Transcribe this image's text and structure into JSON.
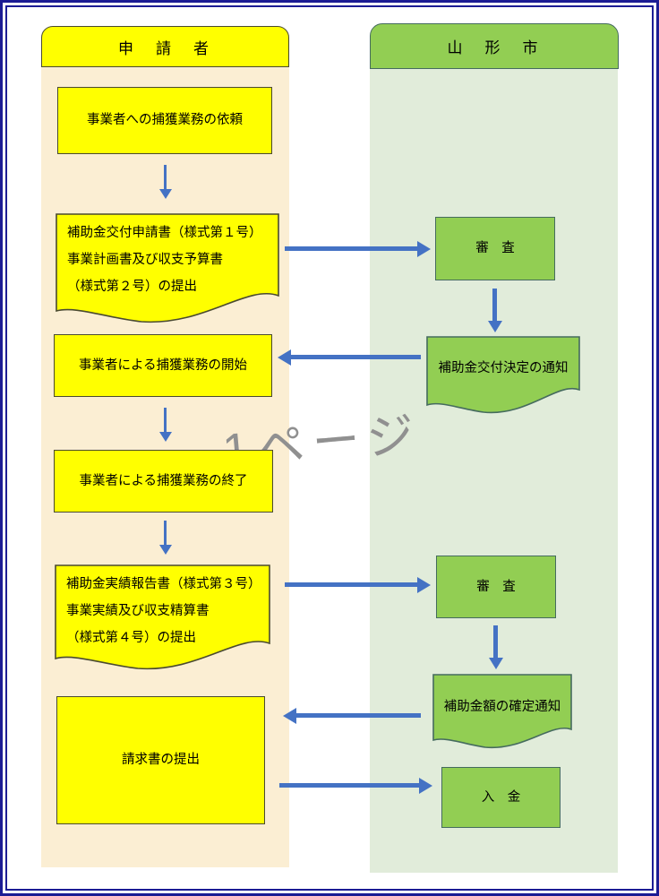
{
  "page": {
    "watermark": "1ページ"
  },
  "columns": {
    "applicant": {
      "title": "申　請　者"
    },
    "city": {
      "title": "山　形　市"
    }
  },
  "flow": {
    "request_task": {
      "type": "process",
      "label": "事業者への捕獲業務の依頼"
    },
    "application_doc": {
      "type": "document",
      "lines": [
        "補助金交付申請書（様式第１号）",
        "事業計画書及び収支予算書",
        "（様式第２号）の提出"
      ]
    },
    "review_1": {
      "type": "process",
      "label": "審　査"
    },
    "grant_decision_doc": {
      "type": "document",
      "label": "補助金交付決定の通知"
    },
    "capture_start": {
      "type": "process",
      "label": "事業者による捕獲業務の開始"
    },
    "capture_end": {
      "type": "process",
      "label": "事業者による捕獲業務の終了"
    },
    "report_doc": {
      "type": "document",
      "lines": [
        "補助金実績報告書（様式第３号）",
        "事業実績及び収支精算書",
        "（様式第４号）の提出"
      ]
    },
    "review_2": {
      "type": "process",
      "label": "審　査"
    },
    "amount_confirmation_doc": {
      "type": "document",
      "label": "補助金額の確定通知"
    },
    "invoice": {
      "type": "process",
      "label": "請求書の提出"
    },
    "payment": {
      "type": "process",
      "label": "入　金"
    }
  },
  "colors": {
    "frame_navy": "#1c1c94",
    "arrow_blue": "#4472C4",
    "applicant_fill": "#FFFF00",
    "applicant_lane_bg": "#FBEED3",
    "city_fill": "#92CE53",
    "city_lane_bg": "#E1ECDA",
    "watermark_gray": "#909090"
  }
}
